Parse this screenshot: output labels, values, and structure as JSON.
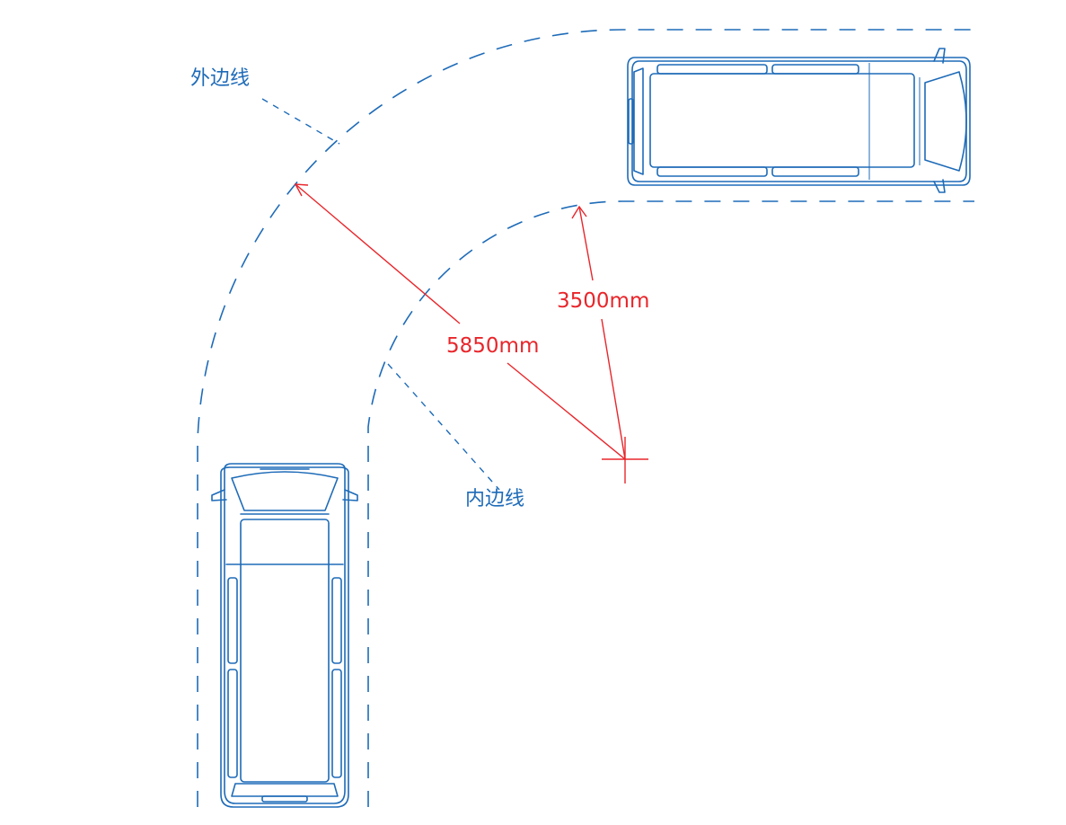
{
  "colors": {
    "outline_blue": "#1e6bb8",
    "dimension_red": "#e8262b",
    "background": "#ffffff"
  },
  "labels": {
    "outer_edge": "外边线",
    "inner_edge": "内边线"
  },
  "dimensions": {
    "outer_radius": "5850mm",
    "inner_radius": "3500mm"
  }
}
